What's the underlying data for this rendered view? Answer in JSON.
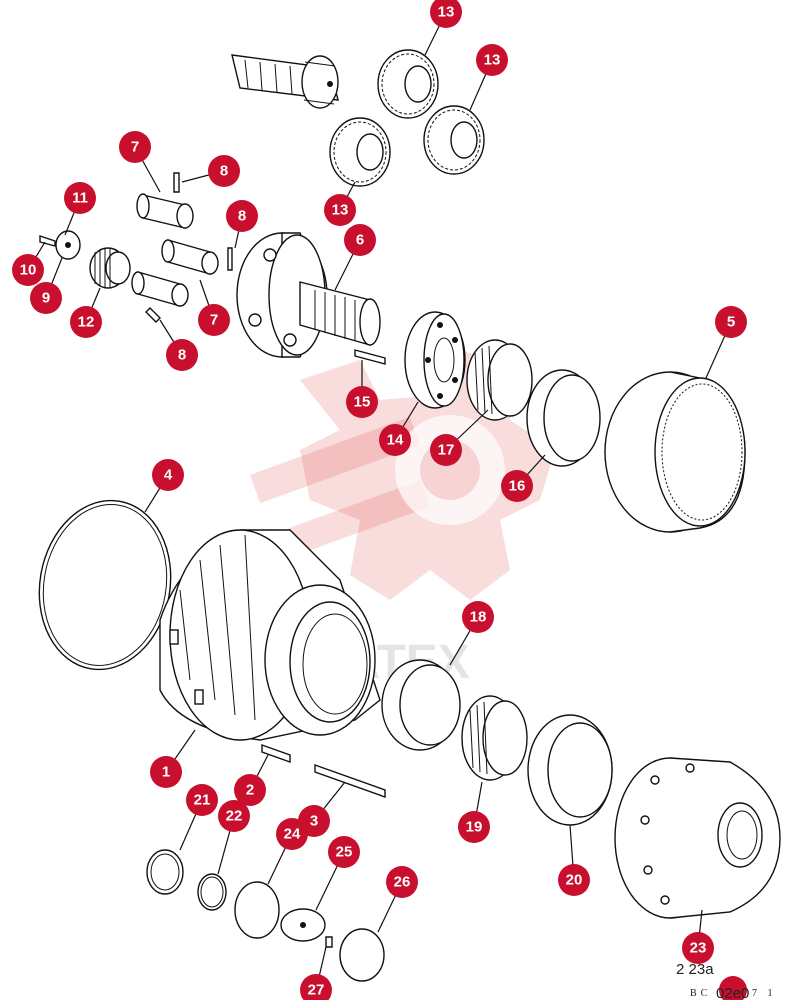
{
  "watermark": {
    "brand_text": "VIATEX"
  },
  "drawing_code": {
    "small": "BC",
    "large": "02e0",
    "suffix": "7 1",
    "ref": "2 23a"
  },
  "colors": {
    "callout": "#c8102e",
    "line": "#111111"
  },
  "callouts": [
    {
      "label": "1",
      "part": "final-drive-housing"
    },
    {
      "label": "2",
      "part": "bolt-short"
    },
    {
      "label": "3",
      "part": "bolt-long"
    },
    {
      "label": "4",
      "part": "o-ring-large"
    },
    {
      "label": "5",
      "part": "ring-gear"
    },
    {
      "label": "6",
      "part": "planet-carrier"
    },
    {
      "label": "7",
      "part": "planet-pin"
    },
    {
      "label": "7",
      "part": "planet-pin"
    },
    {
      "label": "8",
      "part": "roll-pin"
    },
    {
      "label": "8",
      "part": "roll-pin"
    },
    {
      "label": "8",
      "part": "roll-pin"
    },
    {
      "label": "9",
      "part": "thrust-washer"
    },
    {
      "label": "10",
      "part": "screw"
    },
    {
      "label": "11",
      "part": "washer"
    },
    {
      "label": "12",
      "part": "needle-bearing"
    },
    {
      "label": "13",
      "part": "planet-gear"
    },
    {
      "label": "13",
      "part": "planet-gear"
    },
    {
      "label": "13",
      "part": "planet-gear"
    },
    {
      "label": "14",
      "part": "retainer-plate"
    },
    {
      "label": "15",
      "part": "bolt"
    },
    {
      "label": "16",
      "part": "bearing-cup"
    },
    {
      "label": "17",
      "part": "tapered-roller-bearing"
    },
    {
      "label": "18",
      "part": "bearing-cup"
    },
    {
      "label": "19",
      "part": "tapered-roller-bearing"
    },
    {
      "label": "20",
      "part": "seal"
    },
    {
      "label": "21",
      "part": "snap-ring"
    },
    {
      "label": "22",
      "part": "snap-ring"
    },
    {
      "label": "23",
      "part": "wheel-hub"
    },
    {
      "label": "24",
      "part": "o-ring-small"
    },
    {
      "label": "25",
      "part": "cover-plate"
    },
    {
      "label": "26",
      "part": "retaining-ring"
    },
    {
      "label": "27",
      "part": "plug"
    }
  ]
}
